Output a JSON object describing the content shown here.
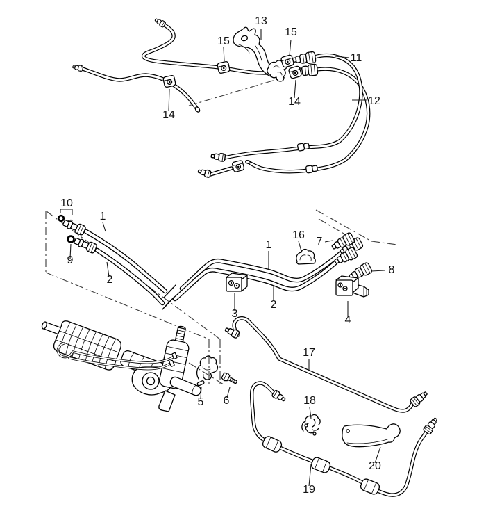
{
  "page": {
    "background_color": "#ffffff",
    "ink_color": "#000000",
    "dash_line_color": "#3a3a3a"
  },
  "diagram": {
    "type": "exploded-parts-line-drawing",
    "callouts": {
      "c1": "1",
      "c2": "2",
      "c3": "3",
      "c4": "4",
      "c5": "5",
      "c6": "6",
      "c7": "7",
      "c8": "8",
      "c9": "9",
      "c10": "10",
      "c11": "11",
      "c12": "12",
      "c13": "13",
      "c14": "14",
      "c15": "15",
      "c16": "16",
      "c17": "17",
      "c18": "18",
      "c19": "19",
      "c20": "20"
    },
    "callouts_with_two_instances": [
      "1",
      "2",
      "14",
      "15"
    ]
  }
}
